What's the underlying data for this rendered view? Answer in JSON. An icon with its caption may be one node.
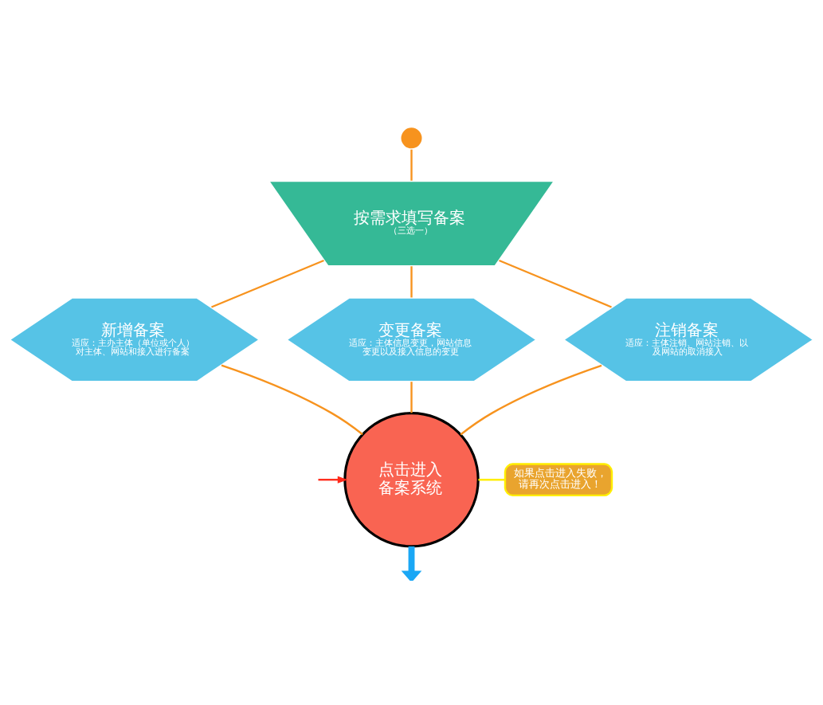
{
  "diagram": {
    "nodes": [
      {
        "text": [],
        "shape": "circle"
      },
      {
        "text": [
          "按需求填写备案",
          "（三选一）"
        ]
      },
      {
        "text": [
          "新增备案",
          "适应：主办主体（单位或个人）对主体、网站和接入进行备案"
        ]
      },
      {
        "text": [
          "变更备案",
          "适应：主体信息变更，网站信息变更以及接入信息的变更"
        ]
      },
      {
        "text": [
          "注销备案",
          "适应：主体注销、网站注销、以及网站的取消接入"
        ]
      },
      {
        "text": [
          "点击进入备案系统"
        ]
      },
      {
        "text": [
          "如果点击进入失败，请再次点击进入！"
        ]
      }
    ],
    "edges": [
      {
        "from": 0,
        "to": 1,
        "arrow": "none"
      },
      {
        "from": 1,
        "to": 2,
        "arrow": "none"
      },
      {
        "from": 1,
        "to": 3,
        "arrow": "none"
      },
      {
        "from": 1,
        "to": 4,
        "arrow": "none"
      },
      {
        "from": 2,
        "to": 5,
        "arrow": "none"
      },
      {
        "from": 3,
        "to": 5,
        "arrow": "none"
      },
      {
        "from": 4,
        "to": 5,
        "arrow": "none"
      },
      {
        "from": 5,
        "to": null,
        "arrow": "to",
        "style": "thick",
        "color": "#1aa7f5"
      },
      {
        "from": null,
        "to": 5,
        "arrow": "to",
        "color": "#ff2a1a"
      },
      {
        "from": 6,
        "to": 5,
        "arrow": "none",
        "color": "#ffee00"
      }
    ]
  }
}
